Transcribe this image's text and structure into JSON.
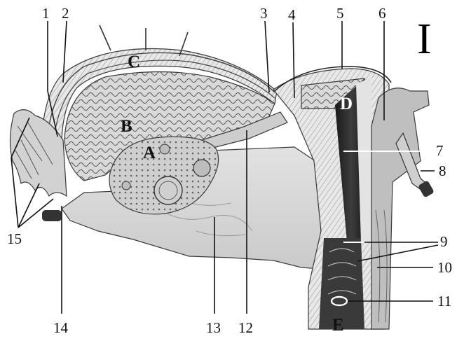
{
  "figure": {
    "plate": "I",
    "numbers": [
      "1",
      "2",
      "3",
      "4",
      "5",
      "6",
      "7",
      "8",
      "9",
      "10",
      "11",
      "12",
      "13",
      "14",
      "15"
    ],
    "letters": [
      "A",
      "B",
      "C",
      "D",
      "E"
    ]
  }
}
